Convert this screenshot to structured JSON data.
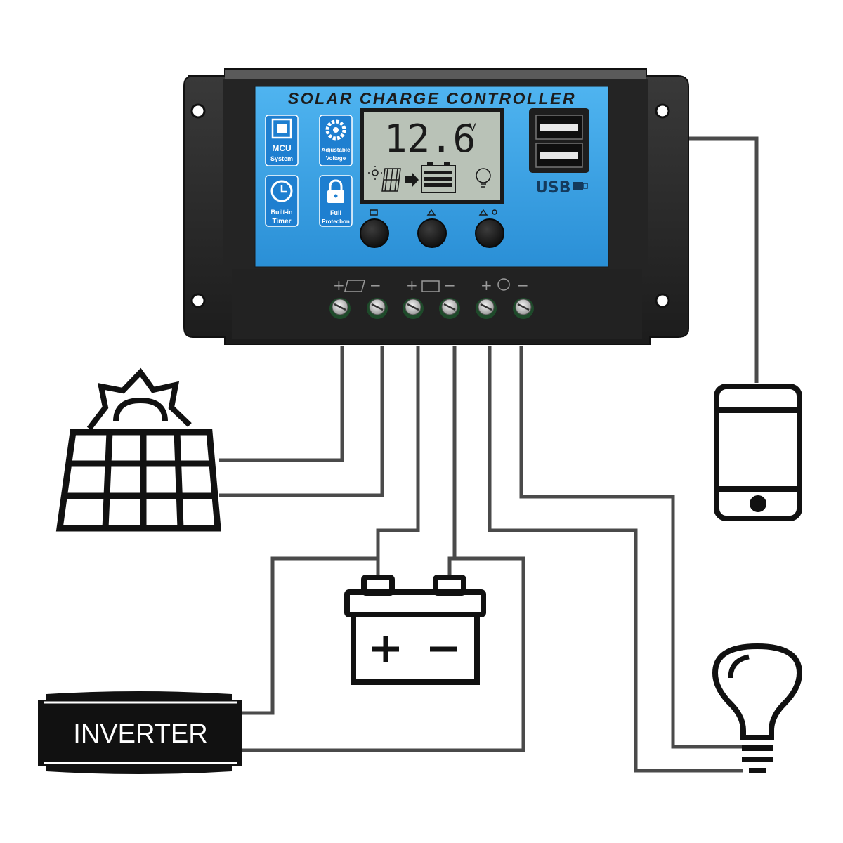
{
  "controller": {
    "title": "SOLAR CHARGE CONTROLLER",
    "lcd_value": "12.6",
    "lcd_unit": "V",
    "usb_label": "USB",
    "features": [
      {
        "icon": "chip-icon",
        "line1": "MCU",
        "line2": "System"
      },
      {
        "icon": "gear-icon",
        "line1": "Adjustable",
        "line2": "Voltage"
      },
      {
        "icon": "clock-icon",
        "line1": "Built-in",
        "line2": "Timer"
      },
      {
        "icon": "lock-icon",
        "line1": "Full",
        "line2": "Protecbon"
      }
    ],
    "buttons": [
      "menu-button",
      "up-button",
      "down-button"
    ],
    "terminal_groups": [
      "solar",
      "battery",
      "load"
    ]
  },
  "inverter": {
    "label": "INVERTER"
  },
  "colors": {
    "panel_blue": "#3aa3e6",
    "housing": "#2a2a2a",
    "lcd": "#b9c2b7",
    "wire": "#4a4a4a",
    "icon_stroke": "#111111"
  }
}
